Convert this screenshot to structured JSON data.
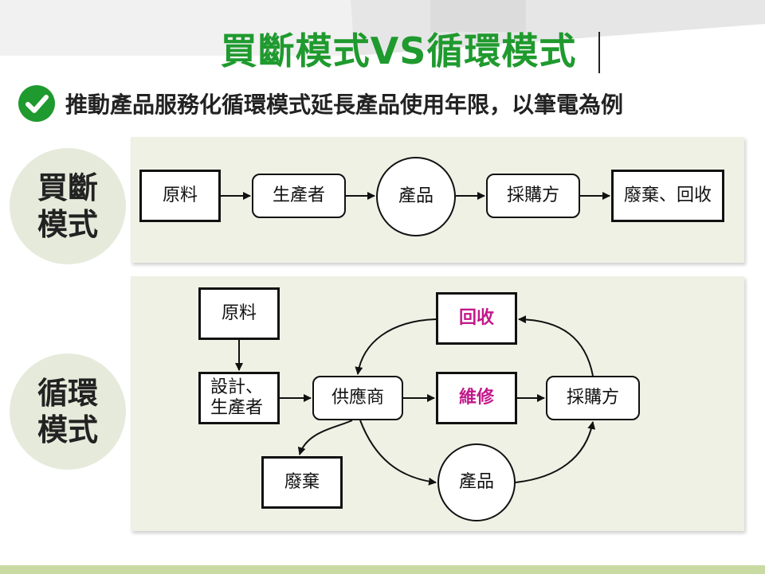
{
  "title": "買斷模式VS循環模式",
  "subtitle": "推動產品服務化循環模式延長產品使用年限，以筆電為例",
  "check_icon": "check-circle-icon",
  "colors": {
    "title": "#1f9a2e",
    "highlight": "#c2188b",
    "panel": "#eef1e4",
    "bottom_bar": "#c9dba3"
  },
  "buyout": {
    "label_line1": "買斷",
    "label_line2": "模式",
    "nodes": {
      "raw": "原料",
      "producer": "生產者",
      "product": "產品",
      "buyer": "採購方",
      "dispose": "廢棄、回收"
    }
  },
  "circular": {
    "label_line1": "循環",
    "label_line2": "模式",
    "nodes": {
      "raw": "原料",
      "design_line1": "設計、",
      "design_line2": "生產者",
      "supplier": "供應商",
      "recycle": "回收",
      "repair": "維修",
      "buyer": "採購方",
      "dispose": "廢棄",
      "product": "產品"
    }
  }
}
